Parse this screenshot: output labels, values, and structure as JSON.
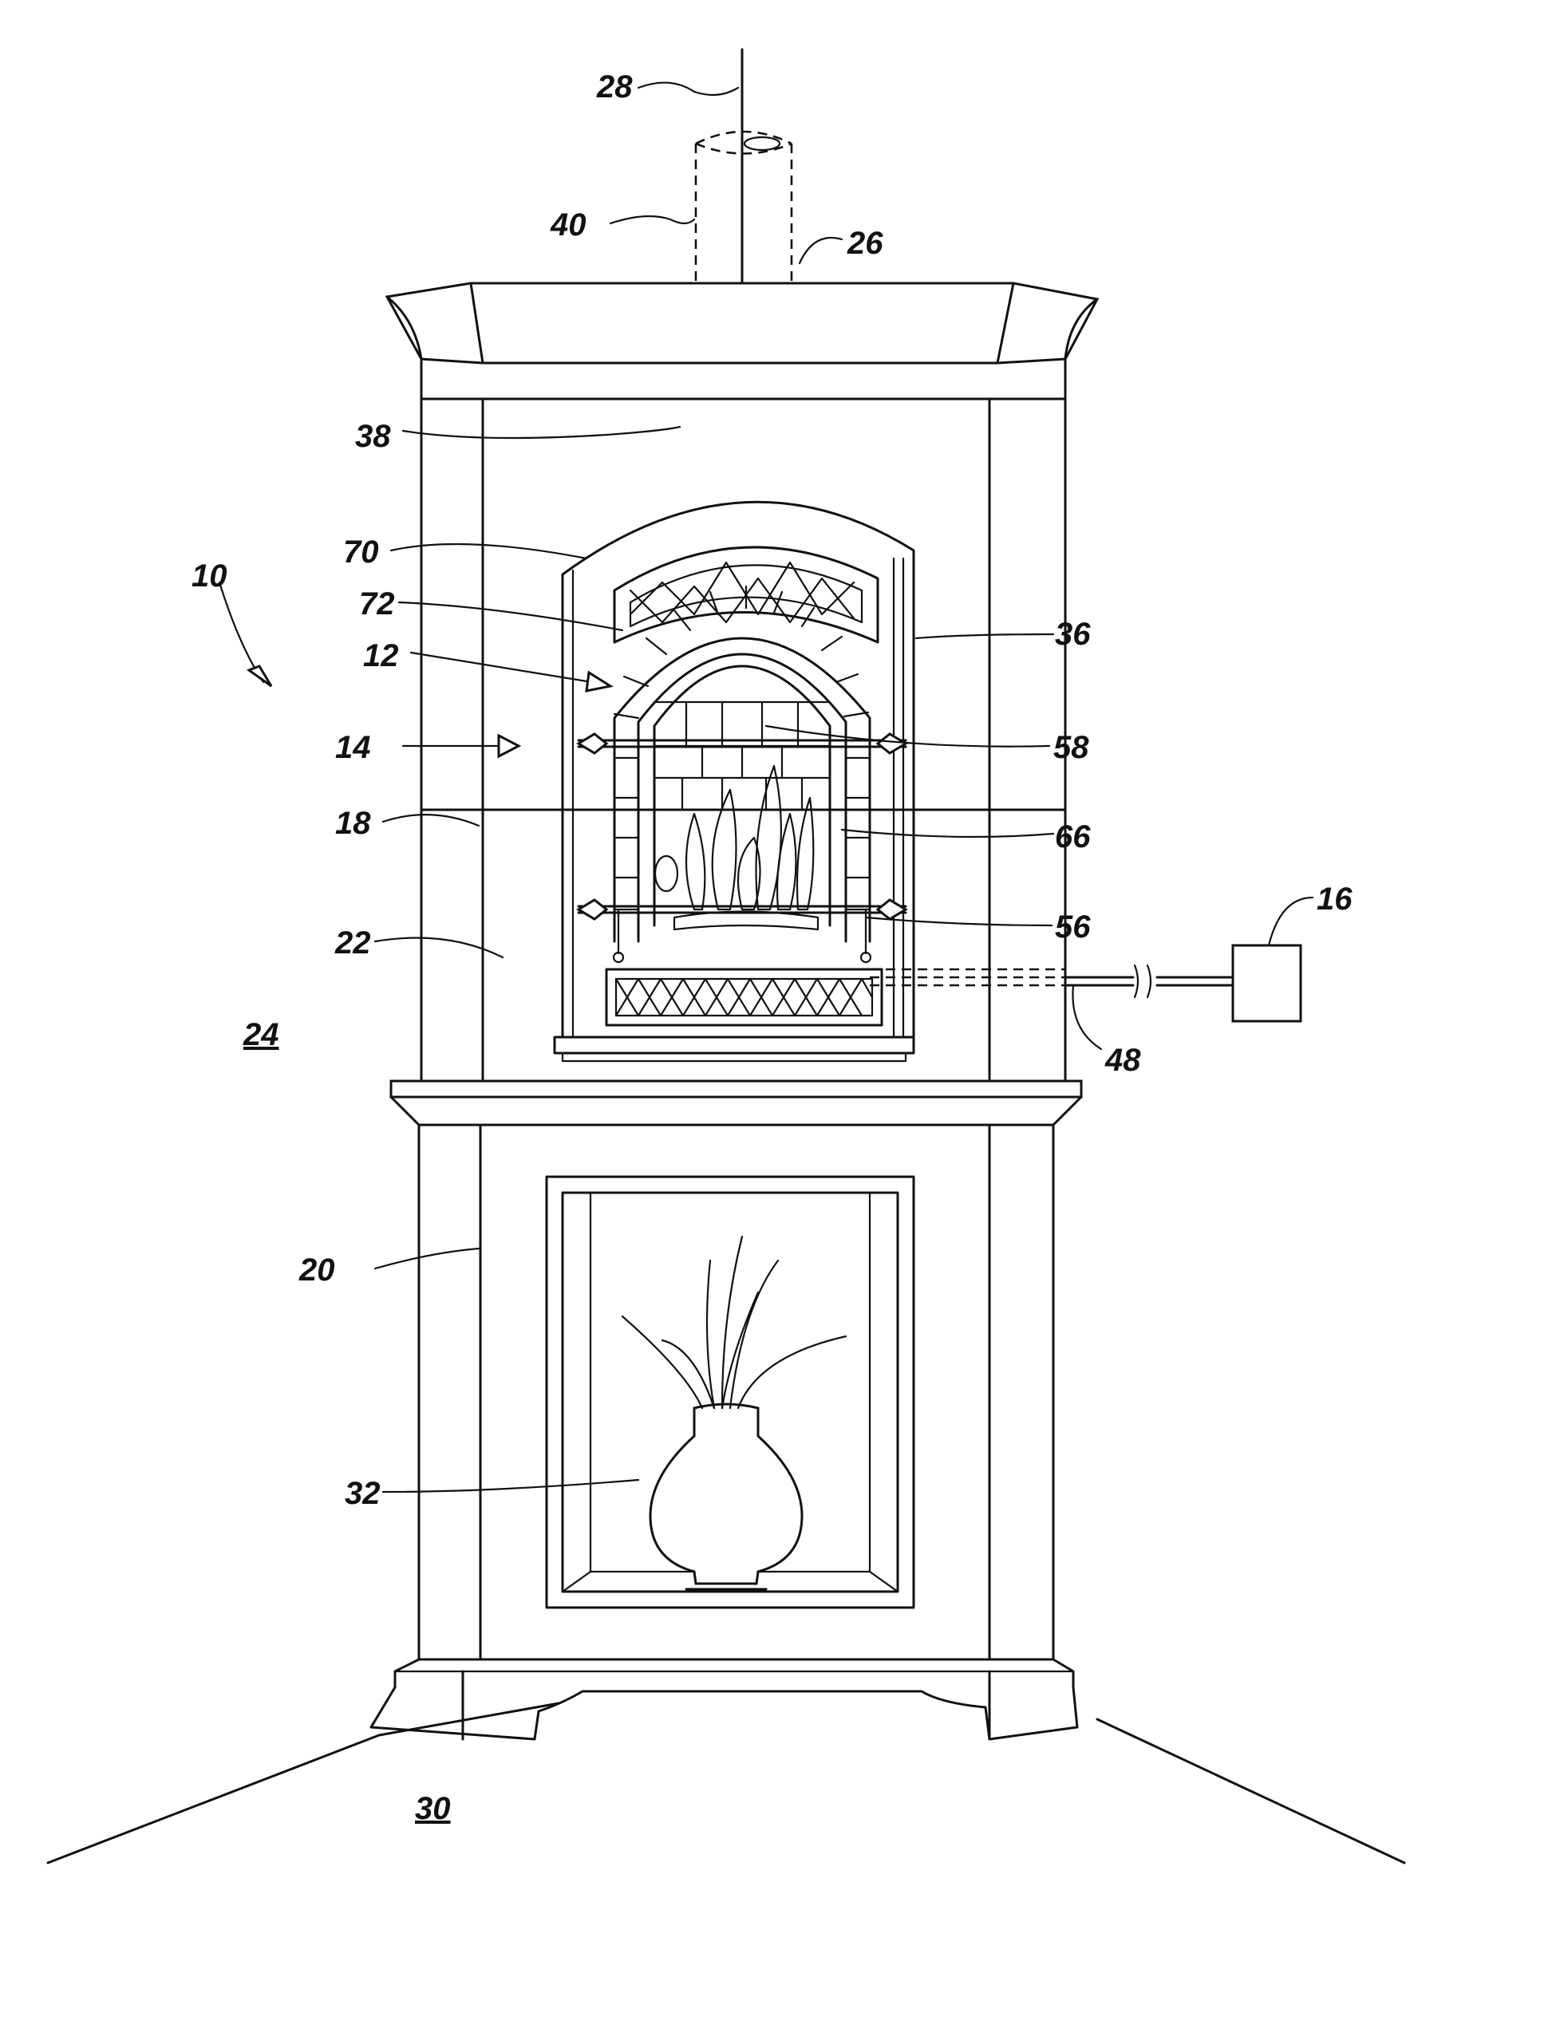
{
  "labels": {
    "l10": "10",
    "l12": "12",
    "l14": "14",
    "l16": "16",
    "l18": "18",
    "l20": "20",
    "l22": "22",
    "l24": "24",
    "l26": "26",
    "l28": "28",
    "l30": "30",
    "l32": "32",
    "l36": "36",
    "l38": "38",
    "l40": "40",
    "l48": "48",
    "l56": "56",
    "l58": "58",
    "l66": "66",
    "l70": "70",
    "l72": "72"
  }
}
